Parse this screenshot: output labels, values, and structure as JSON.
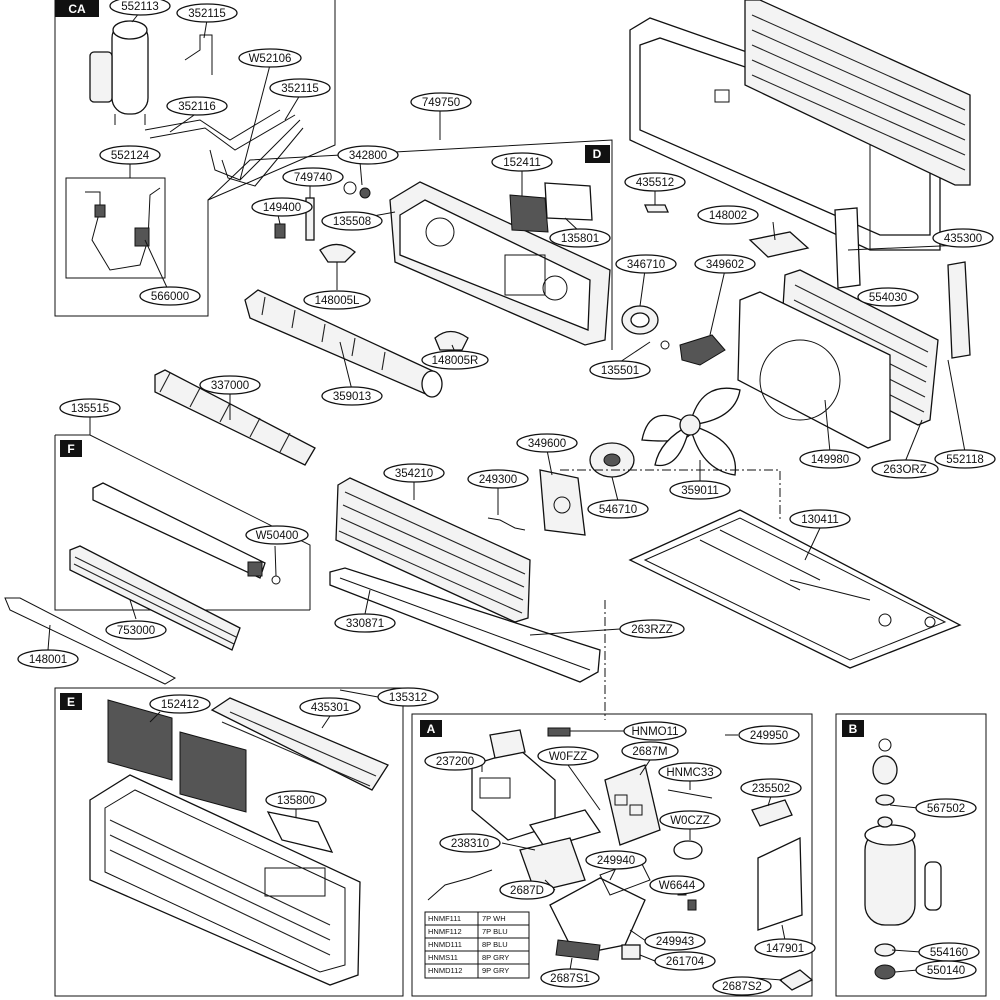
{
  "sections": [
    "CA",
    "D",
    "F",
    "E",
    "A",
    "B"
  ],
  "parts": {
    "p552113": "552113",
    "p352115a": "352115",
    "p352116": "352116",
    "p352115b": "352115",
    "pW52106": "W52106",
    "p552124": "552124",
    "p566000": "566000",
    "p749750": "749750",
    "p342800": "342800",
    "p749740": "749740",
    "p152411": "152411",
    "p149400": "149400",
    "p135508": "135508",
    "p135801": "135801",
    "p148005L": "148005L",
    "p148005R": "148005R",
    "p359013": "359013",
    "p435512": "435512",
    "p148002": "148002",
    "p435300": "435300",
    "p346710": "346710",
    "p349602": "349602",
    "p554030": "554030",
    "p135501": "135501",
    "p337000": "337000",
    "p135515": "135515",
    "p349600": "349600",
    "p149980": "149980",
    "p263ORZ": "263ORZ",
    "p552118": "552118",
    "p249300": "249300",
    "p354210": "354210",
    "p546710": "546710",
    "p359011": "359011",
    "p130411": "130411",
    "pW50400": "W50400",
    "p753000": "753000",
    "p330871": "330871",
    "p263RZZ": "263RZZ",
    "p148001": "148001",
    "p135312": "135312",
    "p152412": "152412",
    "p435301": "435301",
    "p135800": "135800",
    "pHNMO11": "HNMO11",
    "p249950": "249950",
    "pW0FZZ": "W0FZZ",
    "p2687M": "2687M",
    "p237200": "237200",
    "pHNMC33": "HNMC33",
    "p235502": "235502",
    "pW0CZZ": "W0CZZ",
    "p567502": "567502",
    "p238310": "238310",
    "p249940": "249940",
    "p2687D": "2687D",
    "pW6644": "W6644",
    "p147901": "147901",
    "p249943": "249943",
    "p554160": "554160",
    "p261704": "261704",
    "p550140": "550140",
    "p2687S1": "2687S1",
    "p2687S2": "2687S2"
  },
  "harness_table": [
    [
      "HNMF111",
      "7P WH"
    ],
    [
      "HNMF112",
      "7P BLU"
    ],
    [
      "HNMD111",
      "8P BLU"
    ],
    [
      "HNMS11",
      "8P GRY"
    ],
    [
      "HNMD112",
      "9P GRY"
    ]
  ]
}
